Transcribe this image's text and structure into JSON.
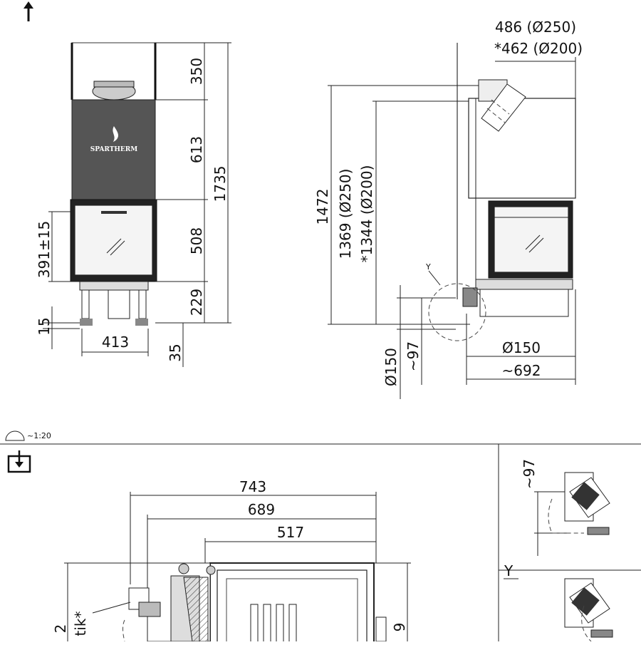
{
  "front_view": {
    "brand": "SPARTHERM",
    "dims": {
      "d350": "350",
      "d613": "613",
      "d1735": "1735",
      "d508": "508",
      "d391": "391±15",
      "d229": "229",
      "d15": "15",
      "d413": "413",
      "d35": "35"
    }
  },
  "side_view": {
    "dims": {
      "d486": "486 (Ø250)",
      "d462": "*462 (Ø200)",
      "d1472": "1472",
      "d1369": "1369 (Ø250)",
      "d1344": "*1344 (Ø200)",
      "d150v": "Ø150",
      "d97v": "~97",
      "d150h": "Ø150",
      "d692": "~692",
      "detail": "Y"
    }
  },
  "scale": {
    "label": "~1:20"
  },
  "plan_view": {
    "dims": {
      "d743": "743",
      "d689": "689",
      "d517": "517",
      "d2": "2",
      "tik": "tik*",
      "d9": "9"
    }
  },
  "detail_panel": {
    "d97": "~97",
    "label": "Y"
  }
}
